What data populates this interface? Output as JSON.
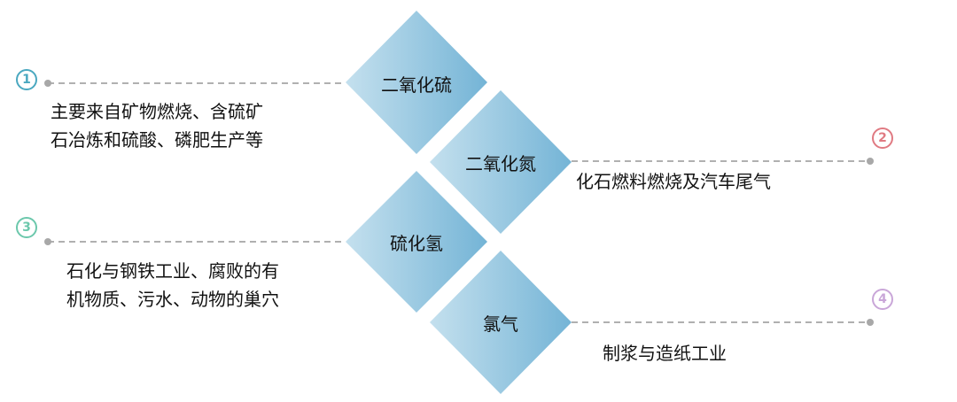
{
  "colors": {
    "diamond_light": "#bcdcec",
    "diamond_dark": "#78b8d8",
    "line": "#b0b0b0",
    "n1": "#4aa8c0",
    "n2": "#e07a82",
    "n3": "#6cc8ac",
    "n4": "#c9a6d8"
  },
  "items": [
    {
      "number": "1",
      "name": "二氧化硫",
      "desc_lines": [
        "主要来自矿物燃烧、含硫矿",
        "石冶炼和硫酸、磷肥生产等"
      ]
    },
    {
      "number": "2",
      "name": "二氧化氮",
      "desc_lines": [
        "化石燃料燃烧及汽车尾气"
      ]
    },
    {
      "number": "3",
      "name": "硫化氢",
      "desc_lines": [
        "石化与钢铁工业、腐败的有",
        "机物质、污水、动物的巢穴"
      ]
    },
    {
      "number": "4",
      "name": "氯气",
      "desc_lines": [
        "制浆与造纸工业"
      ]
    }
  ]
}
